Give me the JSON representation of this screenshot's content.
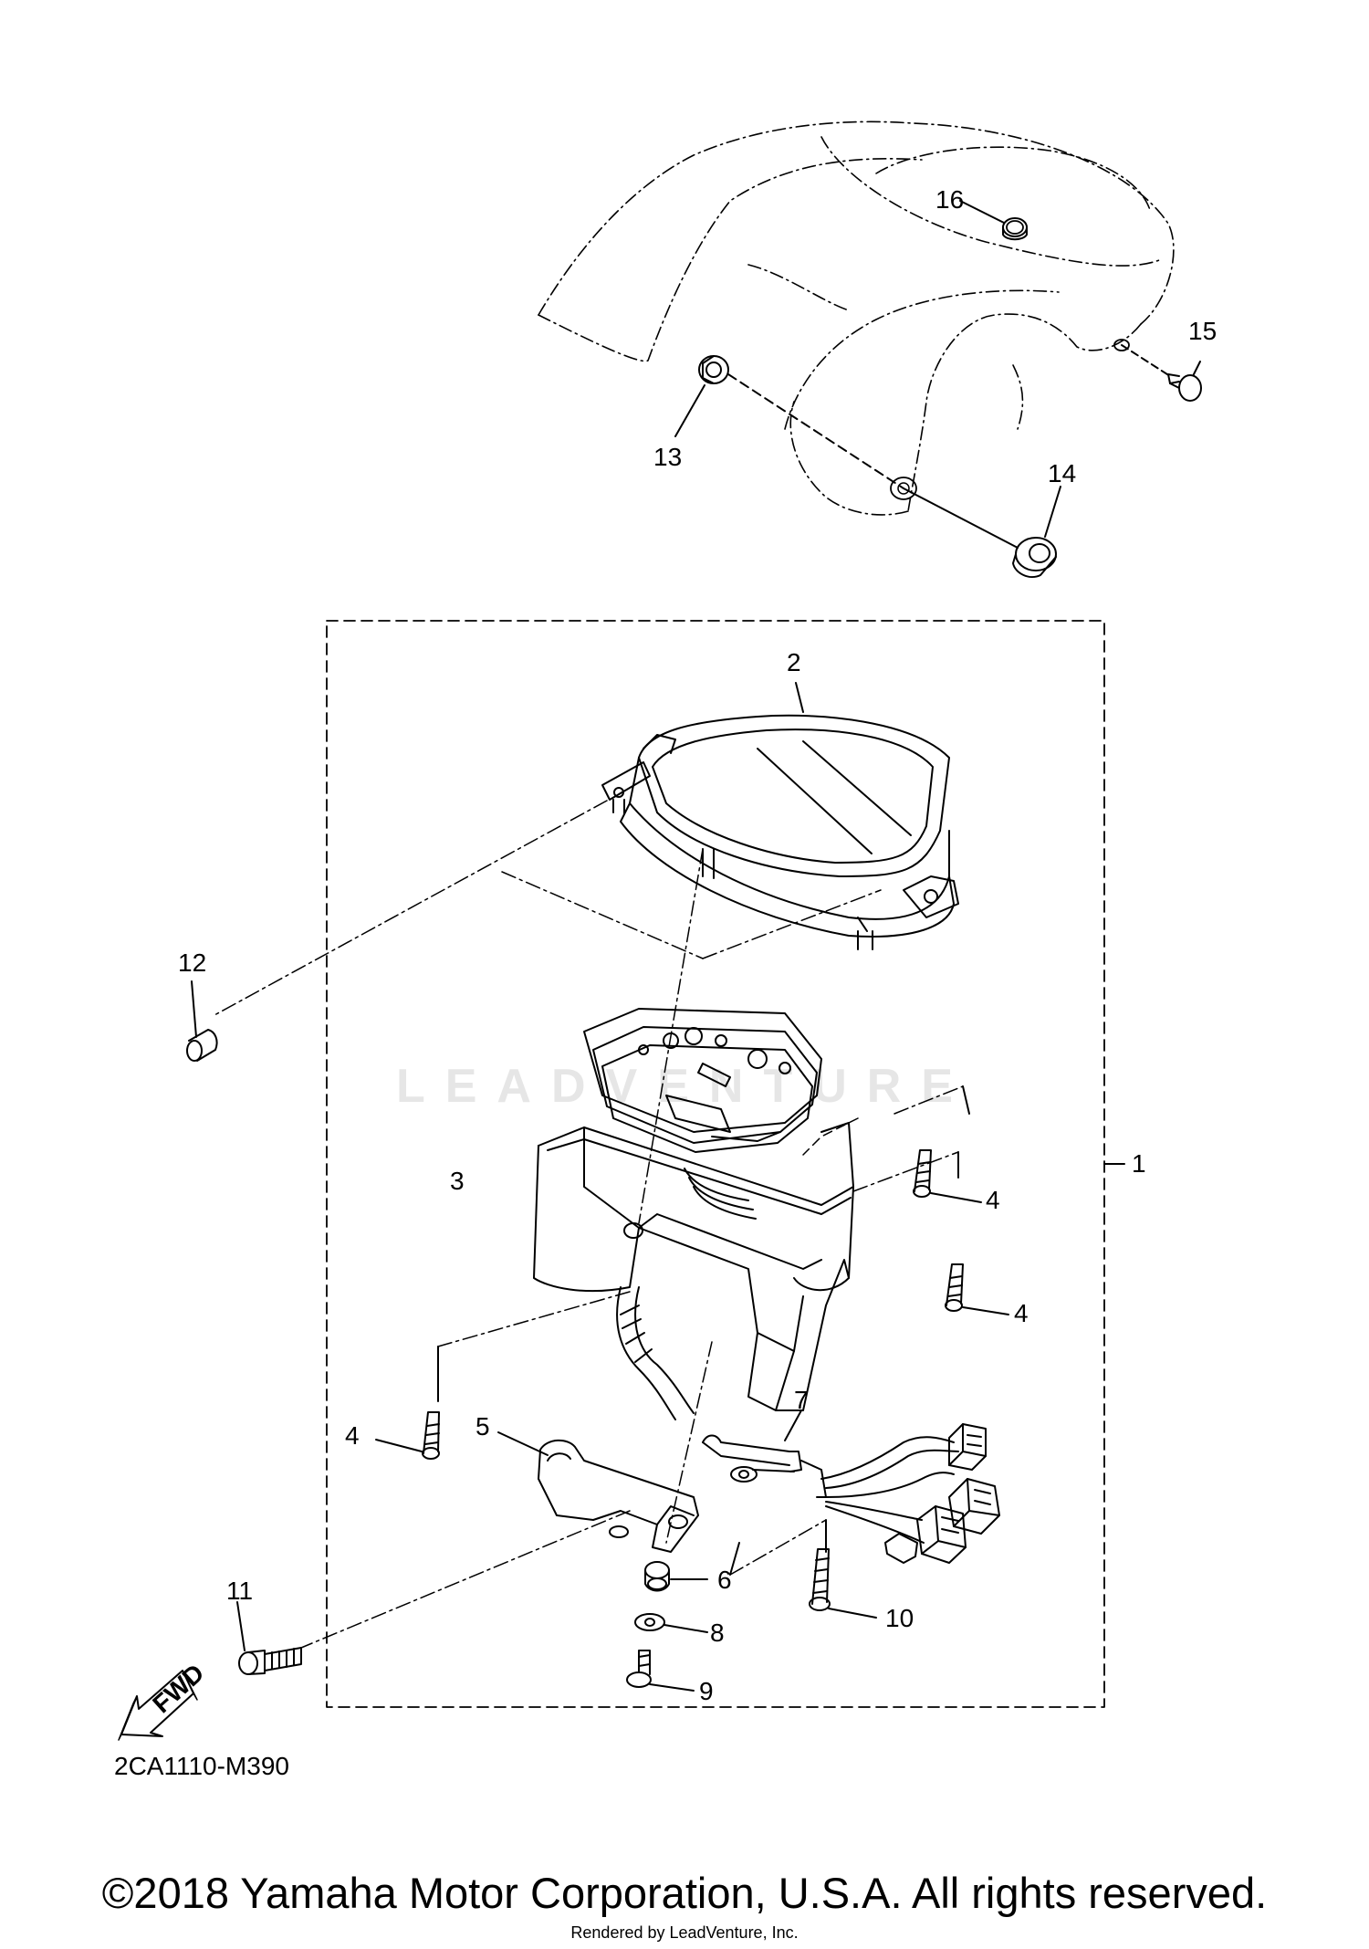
{
  "diagram": {
    "diagram_code": "2CA1110-M390",
    "fwd_label": "FWD",
    "callouts": {
      "c1": "1",
      "c2": "2",
      "c3": "3",
      "c4a": "4",
      "c4b": "4",
      "c4c": "4",
      "c5": "5",
      "c6": "6",
      "c7": "7",
      "c8": "8",
      "c9": "9",
      "c10": "10",
      "c11": "11",
      "c12": "12",
      "c13": "13",
      "c14": "14",
      "c15": "15",
      "c16": "16"
    }
  },
  "watermark": {
    "text": "LEADVENTURE"
  },
  "footer": {
    "copyright": "©2018 Yamaha Motor Corporation, U.S.A. All rights reserved.",
    "rendered_by": "Rendered by LeadVenture, Inc."
  }
}
